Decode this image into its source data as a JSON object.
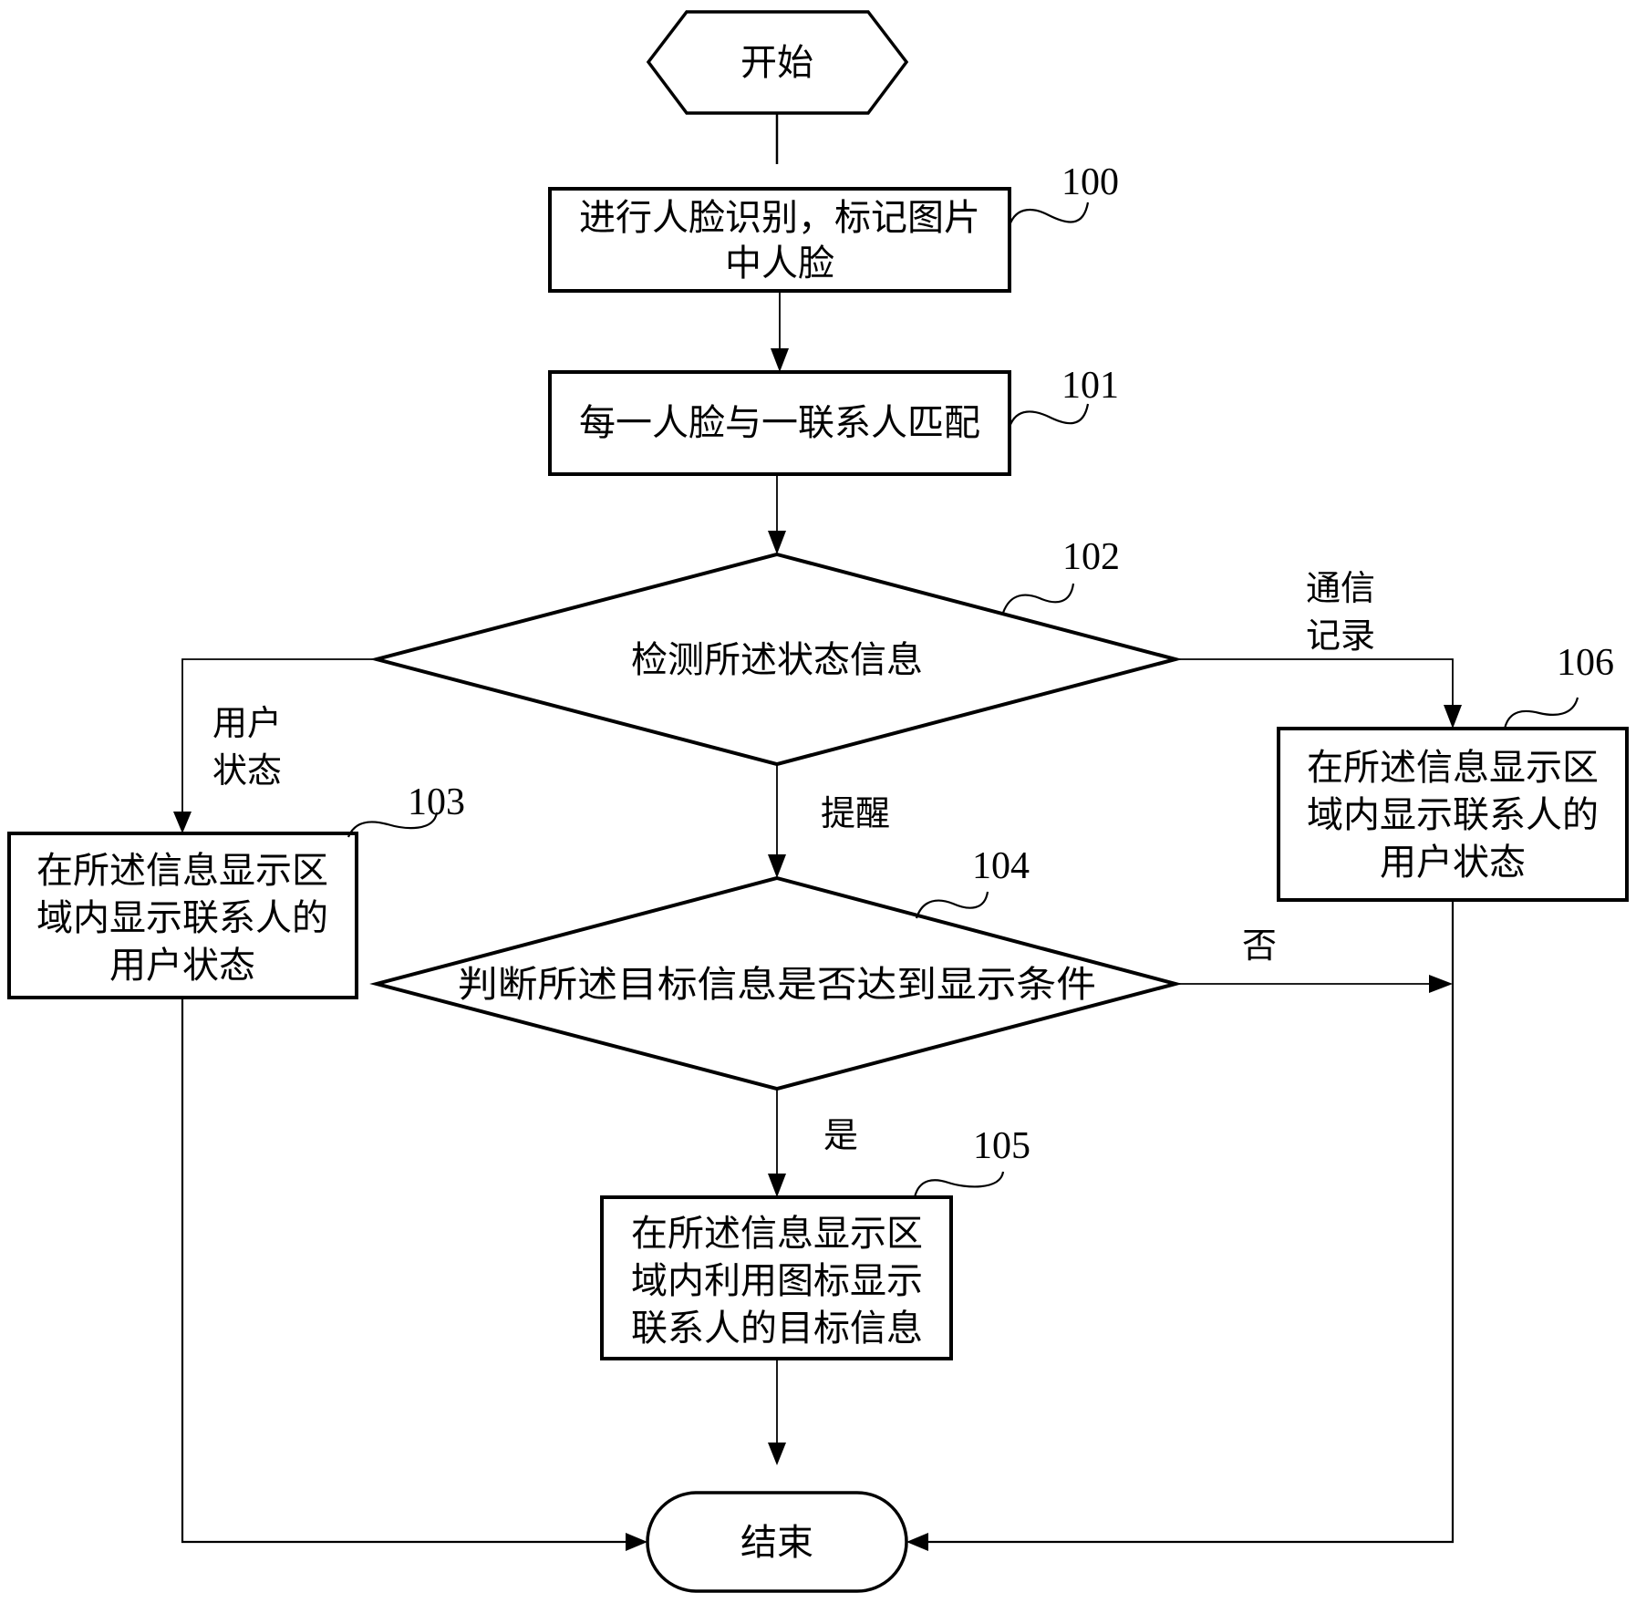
{
  "diagram": {
    "type": "flowchart",
    "nodes": {
      "start": {
        "shape": "hexagon",
        "lines": [
          "开始"
        ]
      },
      "n100": {
        "shape": "process",
        "ref": "100",
        "lines": [
          "进行人脸识别，标记图片",
          "中人脸"
        ]
      },
      "n101": {
        "shape": "process",
        "ref": "101",
        "lines": [
          "每一人脸与一联系人匹配"
        ]
      },
      "n102": {
        "shape": "decision",
        "ref": "102",
        "lines": [
          "检测所述状态信息"
        ]
      },
      "n103": {
        "shape": "process",
        "ref": "103",
        "lines": [
          "在所述信息显示区",
          "域内显示联系人的",
          "用户状态"
        ]
      },
      "n104": {
        "shape": "decision",
        "ref": "104",
        "lines": [
          "判断所述目标信息是否达到显示条件"
        ]
      },
      "n105": {
        "shape": "process",
        "ref": "105",
        "lines": [
          "在所述信息显示区",
          "域内利用图标显示",
          "联系人的目标信息"
        ]
      },
      "n106": {
        "shape": "process",
        "ref": "106",
        "lines": [
          "在所述信息显示区",
          "域内显示联系人的",
          "用户状态"
        ]
      },
      "end": {
        "shape": "terminal",
        "lines": [
          "结束"
        ]
      }
    },
    "edge_labels": {
      "user_state": [
        "用户",
        "状态"
      ],
      "comm_record": [
        "通信",
        "记录"
      ],
      "remind": [
        "提醒"
      ],
      "no": [
        "否"
      ],
      "yes": [
        "是"
      ]
    },
    "edges": [
      {
        "from": "start",
        "to": "n100",
        "label": ""
      },
      {
        "from": "n100",
        "to": "n101",
        "label": ""
      },
      {
        "from": "n101",
        "to": "n102",
        "label": ""
      },
      {
        "from": "n102",
        "to": "n103",
        "label": "用户状态"
      },
      {
        "from": "n102",
        "to": "n106",
        "label": "通信记录"
      },
      {
        "from": "n102",
        "to": "n104",
        "label": "提醒"
      },
      {
        "from": "n104",
        "to": "n105",
        "label": "是"
      },
      {
        "from": "n104",
        "to": "end",
        "label": "否"
      },
      {
        "from": "n103",
        "to": "end",
        "label": ""
      },
      {
        "from": "n105",
        "to": "end",
        "label": ""
      },
      {
        "from": "n106",
        "to": "end",
        "label": ""
      }
    ]
  }
}
